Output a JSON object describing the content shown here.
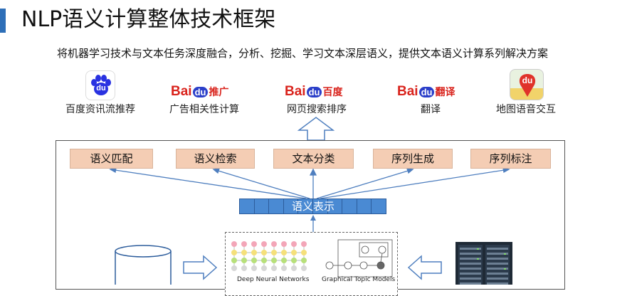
{
  "header": {
    "title": "NLP语义计算整体技术框架",
    "subtitle": "将机器学习技术与文本任务深度融合，分析、挖掘、学习文本深层语义，提供文本语义计算系列解决方案",
    "accent_color": "#2e6fb8"
  },
  "apps": [
    {
      "label": "百度资讯流推荐",
      "logo": "baidu-paw-app-icon",
      "logo_text": "du"
    },
    {
      "label": "广告相关性计算",
      "logo": "baidu-logo",
      "logo_text_red": "Bai",
      "logo_text_paw": "du",
      "logo_suffix": "推广"
    },
    {
      "label": "网页搜索排序",
      "logo": "baidu-logo",
      "logo_text_red": "Bai",
      "logo_text_paw": "du",
      "logo_suffix": "百度"
    },
    {
      "label": "翻译",
      "logo": "baidu-logo",
      "logo_text_red": "Bai",
      "logo_text_paw": "du",
      "logo_suffix": "翻译"
    },
    {
      "label": "地图语音交互",
      "logo": "map-pin-app-icon",
      "logo_text": "du"
    }
  ],
  "tasks": [
    "语义匹配",
    "语义检索",
    "文本分类",
    "序列生成",
    "序列标注"
  ],
  "representation": {
    "label": "语义表示",
    "cells": 10
  },
  "models": {
    "left_caption": "Deep Neural Networks",
    "right_caption": "Graphical Topic Models"
  },
  "colors": {
    "task_box": "#f4cdb4",
    "representation_bar": "#4a8ad3",
    "arrow": "#4f7fbf",
    "baidu_red": "#d9231c",
    "baidu_blue": "#2b3fc9"
  }
}
